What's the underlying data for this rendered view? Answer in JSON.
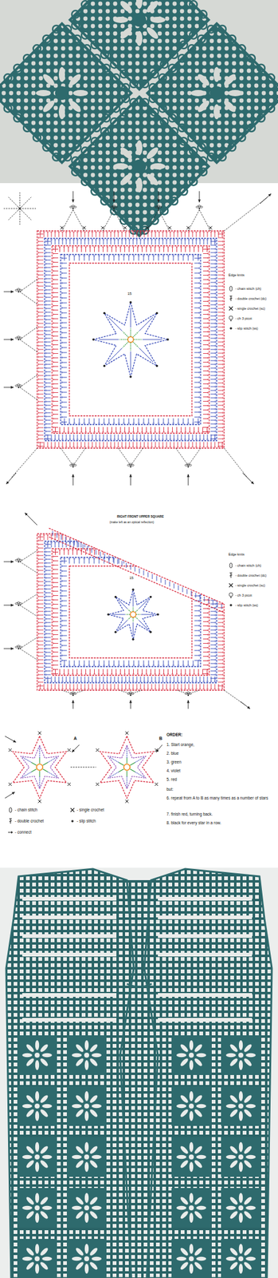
{
  "diagram": {
    "labels": [
      "Edge knits",
      "15",
      "RIGHT FRONT UPPER SQUARE",
      "(make left as an optical reflection)",
      "Edge knits",
      "15",
      "A",
      "B",
      "ORDER:",
      "1. Start orange,",
      "2. blue",
      "3. green",
      "4. violet",
      "5. red",
      "but:",
      "6. repeat from A to B as many times as a number of stars",
      "7. finish red, turning back.",
      "8. black for every star in a row."
    ],
    "legend": [
      {
        "text": "- chain stitch (ch)"
      },
      {
        "text": "- double crochet (dc)"
      },
      {
        "text": "- single crochet (sc)"
      },
      {
        "text": "- ch 3 picot"
      },
      {
        "text": "- slip stitch (ss)"
      },
      {
        "text": "- chain stitch (ch)"
      },
      {
        "text": "- double crochet (dc)"
      },
      {
        "text": "- single crochet (sc)"
      },
      {
        "text": "- ch 3 picot"
      },
      {
        "text": "- slip stitch (ss)"
      },
      {
        "text": "- chain stitch"
      },
      {
        "text": "- single crochet"
      },
      {
        "text": "- double crochet"
      },
      {
        "text": "- slip stitch"
      },
      {
        "text": "- connect"
      }
    ]
  }
}
